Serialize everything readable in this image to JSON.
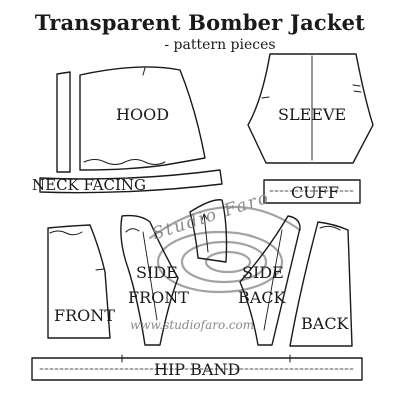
{
  "header": {
    "title": "Transparent Bomber Jacket",
    "subtitle": "- pattern pieces"
  },
  "pieces": {
    "hood": "HOOD",
    "sleeve": "SLEEVE",
    "neck_facing": "NECK FACING",
    "cuff": "CUFF",
    "side_front_line1": "SIDE",
    "side_front_line2": "FRONT",
    "side_back_line1": "SIDE",
    "side_back_line2": "BACK",
    "front": "FRONT",
    "back": "BACK",
    "hip_band": "HIP BAND"
  },
  "watermark": {
    "logo_text": "Studio Faro",
    "url": "www.studiofaro.com"
  }
}
